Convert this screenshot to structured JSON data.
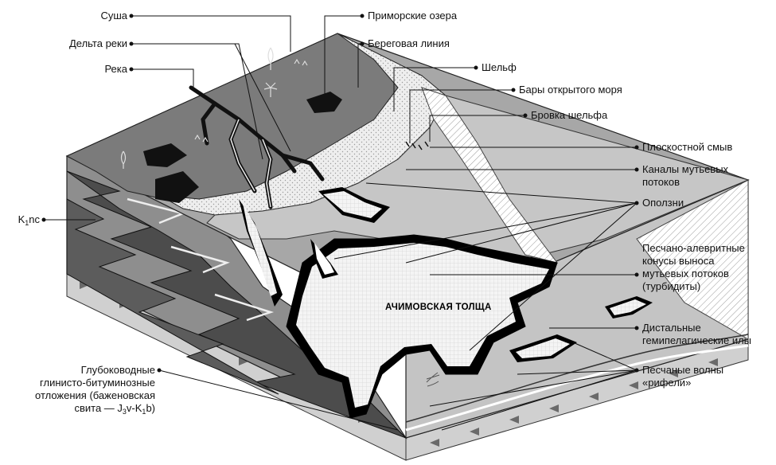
{
  "diagram": {
    "labels": {
      "land": "Суша",
      "coastal_lakes": "Приморские озера",
      "river_delta": "Дельта реки",
      "coastline": "Береговая линия",
      "river": "Река",
      "shelf": "Шельф",
      "open_sea_bars": "Бары открытого моря",
      "shelf_edge": "Бровка шельфа",
      "sheet_wash": "Плоскостной смыв",
      "turbidity_channels": "Каналы мутьевых\nпотоков",
      "landslides": "Оползни",
      "sand_silt_fans": "Песчано-алевритные\nконусы выноса\nмутьевых потоков\n(турбидиты)",
      "distal_hemipelagic_muds": "Дистальные\nгемипелагические илы",
      "sand_waves": "Песчаные волны\n«рифели»",
      "deepwater_deposits": "Глубоководные\nглинисто-битуминозные\nотложения (баженовская",
      "deepwater_deposits_last_line_prefix": "свита — ",
      "achimov_formation": "АЧИМОВСКАЯ ТОЛЩА"
    },
    "formulas": {
      "k1nc": {
        "base": "K",
        "sub": "1",
        "rest": "nc"
      },
      "bazhenov": {
        "p1": "J",
        "sub1": "3",
        "p2": "v-K",
        "sub2": "1",
        "p3": "b)"
      }
    },
    "colors": {
      "land": "#7b7b7b",
      "lakes": "#111111",
      "shelf": "#e9e9e9",
      "slope": "#c9c9c9",
      "basin": "#a7a7a7",
      "dark_layers": "#4c4c4c",
      "turbidites": "#f3f3f3",
      "base": "#cfcfcf"
    }
  }
}
